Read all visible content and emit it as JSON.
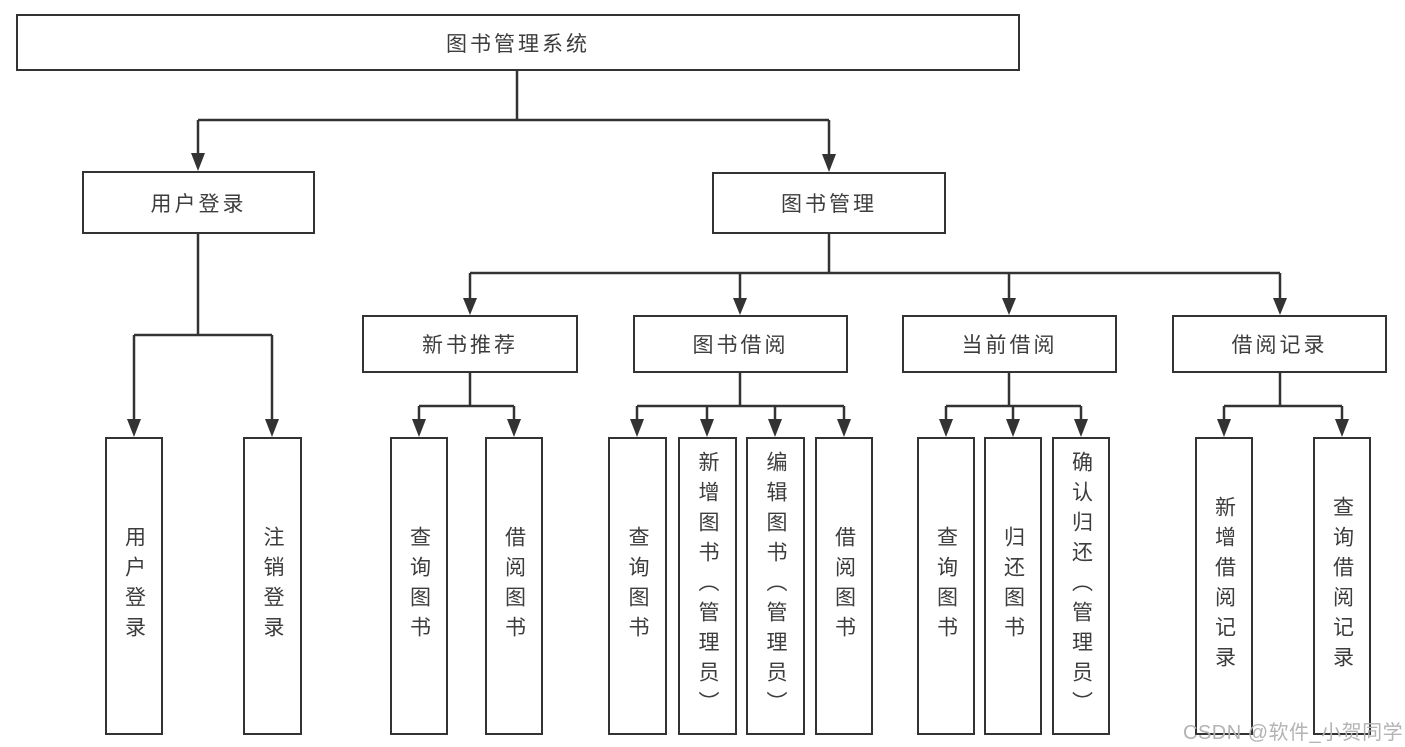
{
  "tree": {
    "label": "图书管理系统",
    "children": [
      {
        "label": "用户登录",
        "children": [
          {
            "label": "用户登录"
          },
          {
            "label": "注销登录"
          }
        ]
      },
      {
        "label": "图书管理",
        "children": [
          {
            "label": "新书推荐",
            "children": [
              {
                "label": "查询图书"
              },
              {
                "label": "借阅图书"
              }
            ]
          },
          {
            "label": "图书借阅",
            "children": [
              {
                "label": "查询图书"
              },
              {
                "label": "新增图书（管理员）"
              },
              {
                "label": "编辑图书（管理员）"
              },
              {
                "label": "借阅图书"
              }
            ]
          },
          {
            "label": "当前借阅",
            "children": [
              {
                "label": "查询图书"
              },
              {
                "label": "归还图书"
              },
              {
                "label": "确认归还（管理员）"
              }
            ]
          },
          {
            "label": "借阅记录",
            "children": [
              {
                "label": "新增借阅记录"
              },
              {
                "label": "查询借阅记录"
              }
            ]
          }
        ]
      }
    ]
  },
  "watermark": "CSDN @软件_小贺同学",
  "colors": {
    "line": "#333333",
    "box_border": "#333333",
    "text": "#3d3d3d",
    "watermark": "#b3b3b3",
    "background": "#ffffff"
  }
}
